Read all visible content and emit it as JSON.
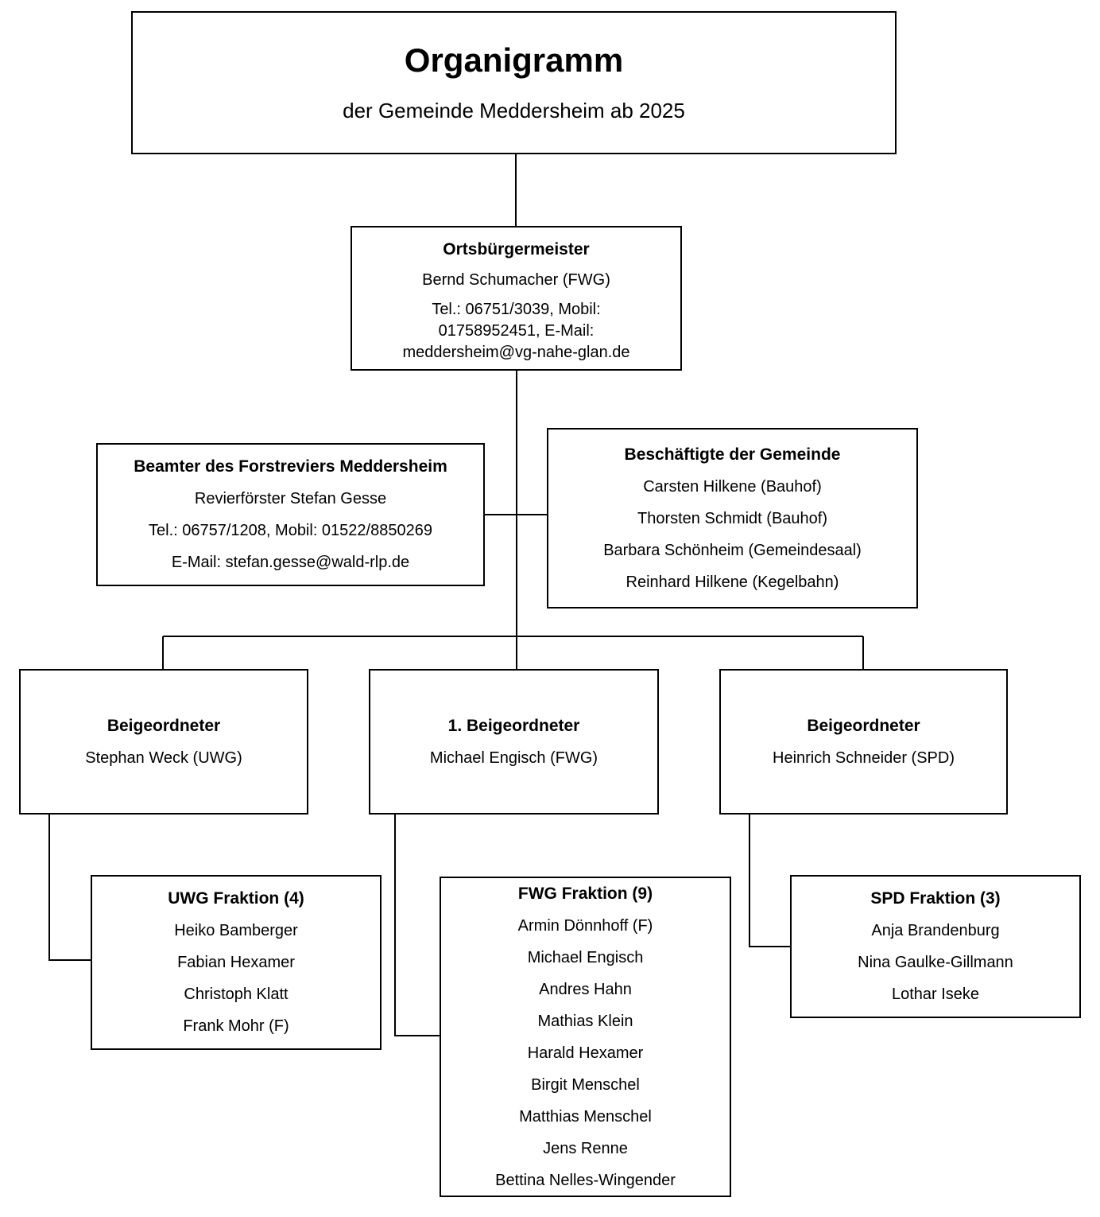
{
  "title_box": {
    "title": "Organigramm",
    "subtitle": "der Gemeinde Meddersheim ab 2025"
  },
  "mayor_box": {
    "role": "Ortsbürgermeister",
    "name": "Bernd Schumacher (FWG)",
    "contact": "Tel.: 06751/3039, Mobil: 01758952451, E-Mail: meddersheim@vg-nahe-glan.de"
  },
  "forestry_box": {
    "heading": "Beamter des Forstreviers Meddersheim",
    "name": "Revierförster Stefan Gesse",
    "phone": "Tel.: 06757/1208, Mobil: 01522/8850269",
    "email": "E-Mail: stefan.gesse@wald-rlp.de"
  },
  "employees_box": {
    "heading": "Beschäftigte der Gemeinde",
    "members": [
      "Carsten Hilkene (Bauhof)",
      "Thorsten Schmidt (Bauhof)",
      "Barbara Schönheim (Gemeindesaal)",
      "Reinhard Hilkene (Kegelbahn)"
    ]
  },
  "deputy_left": {
    "role": "Beigeordneter",
    "name": "Stephan Weck (UWG)"
  },
  "deputy_middle": {
    "role": "1. Beigeordneter",
    "name": "Michael Engisch (FWG)"
  },
  "deputy_right": {
    "role": "Beigeordneter",
    "name": "Heinrich Schneider (SPD)"
  },
  "uwg_box": {
    "heading": "UWG Fraktion (4)",
    "members": [
      "Heiko Bamberger",
      "Fabian Hexamer",
      "Christoph Klatt",
      "Frank Mohr (F)"
    ]
  },
  "fwg_box": {
    "heading": "FWG Fraktion (9)",
    "members": [
      "Armin Dönnhoff (F)",
      "Michael Engisch",
      "Andres Hahn",
      "Mathias Klein",
      "Harald Hexamer",
      "Birgit Menschel",
      "Matthias Menschel",
      "Jens Renne",
      "Bettina Nelles-Wingender"
    ]
  },
  "spd_box": {
    "heading": "SPD Fraktion (3)",
    "members": [
      "Anja Brandenburg",
      "Nina Gaulke-Gillmann",
      "Lothar Iseke"
    ]
  }
}
